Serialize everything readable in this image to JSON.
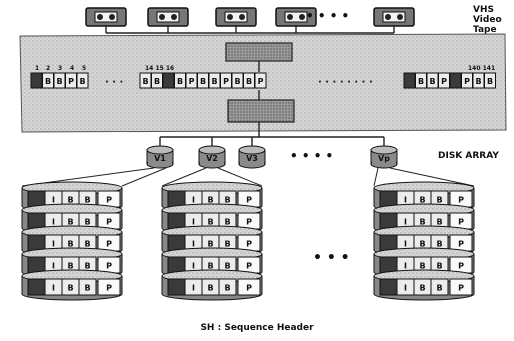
{
  "header": {
    "vhs_label": [
      "VHS",
      "Video",
      "Tape"
    ],
    "tape_ellipsis": "•  •  •  •"
  },
  "processor": {
    "decoder_label": "",
    "mapper_label": "",
    "stream_index_start": [
      "1",
      "2",
      "3",
      "4",
      "5"
    ],
    "stream_index_mid": "14 15 16",
    "stream_index_end": "140 141",
    "stream_start": [
      "",
      "B",
      "B",
      "P",
      "B"
    ],
    "stream_mid": [
      "B",
      "B",
      "",
      "B",
      "P",
      "B",
      "B",
      "P",
      "B",
      "B",
      "P"
    ],
    "stream_end": [
      "",
      "B",
      "B",
      "P",
      "",
      "P",
      "B",
      "B"
    ],
    "ellipsis_short": "· · ·",
    "ellipsis_long": "· · · · · · · ·"
  },
  "disk_array": {
    "label": "DISK ARRAY",
    "volumes": [
      "V1",
      "V2",
      "V3",
      "Vp"
    ],
    "volume_ellipsis": "•  •  •  •",
    "stack_ellipsis": "•  •  •",
    "cells": [
      "",
      "I",
      "B",
      "B",
      "P"
    ]
  },
  "caption": "SH : Sequence Header",
  "colors": {
    "panel": "#cfcfcf",
    "dark": "#3a3a3a",
    "mid": "#8a8a8a",
    "light": "#ececec"
  },
  "icons": [
    "vhs-tape-icon",
    "disk-volume-icon",
    "disk-stack-icon"
  ]
}
